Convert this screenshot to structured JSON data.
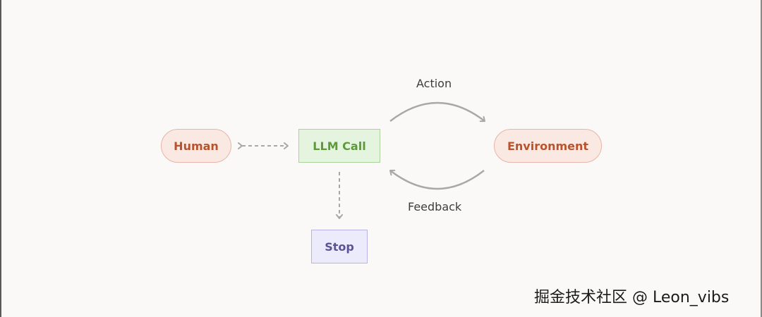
{
  "diagram": {
    "nodes": {
      "human": "Human",
      "llm": "LLM Call",
      "environment": "Environment",
      "stop": "Stop"
    },
    "edges": {
      "action": "Action",
      "feedback": "Feedback"
    },
    "colors": {
      "human_fill": "#fae8e2",
      "human_text": "#b8532e",
      "llm_fill": "#e5f4df",
      "llm_text": "#5d9b38",
      "stop_fill": "#ecebfb",
      "stop_text": "#5a5496",
      "arrow": "#a8a8a8"
    }
  },
  "watermark": "掘金技术社区 @ Leon_vibs"
}
